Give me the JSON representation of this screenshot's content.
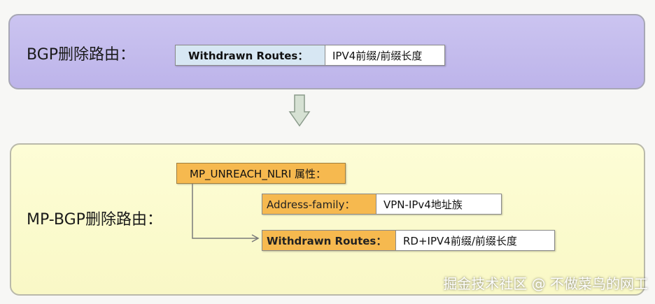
{
  "bgp": {
    "title": "BGP删除路由：",
    "withdrawn_key": "Withdrawn Routes：",
    "withdrawn_value": "IPV4前缀/前缀长度"
  },
  "mpbgp": {
    "title": "MP-BGP删除路由：",
    "attribute": "MP_UNREACH_NLRI 属性：",
    "address_family_key": "Address-family：",
    "address_family_value": "VPN-IPv4地址族",
    "withdrawn_key": "Withdrawn Routes：",
    "withdrawn_value": "RD+IPV4前缀/前缀长度"
  },
  "watermark": "掘金技术社区 @ 不做菜鸟的网工",
  "colors": {
    "top_panel": "#c4bcee",
    "bottom_panel": "#fbfbcf",
    "blue_key": "#d7e7f3",
    "orange_key": "#f6b94f"
  }
}
